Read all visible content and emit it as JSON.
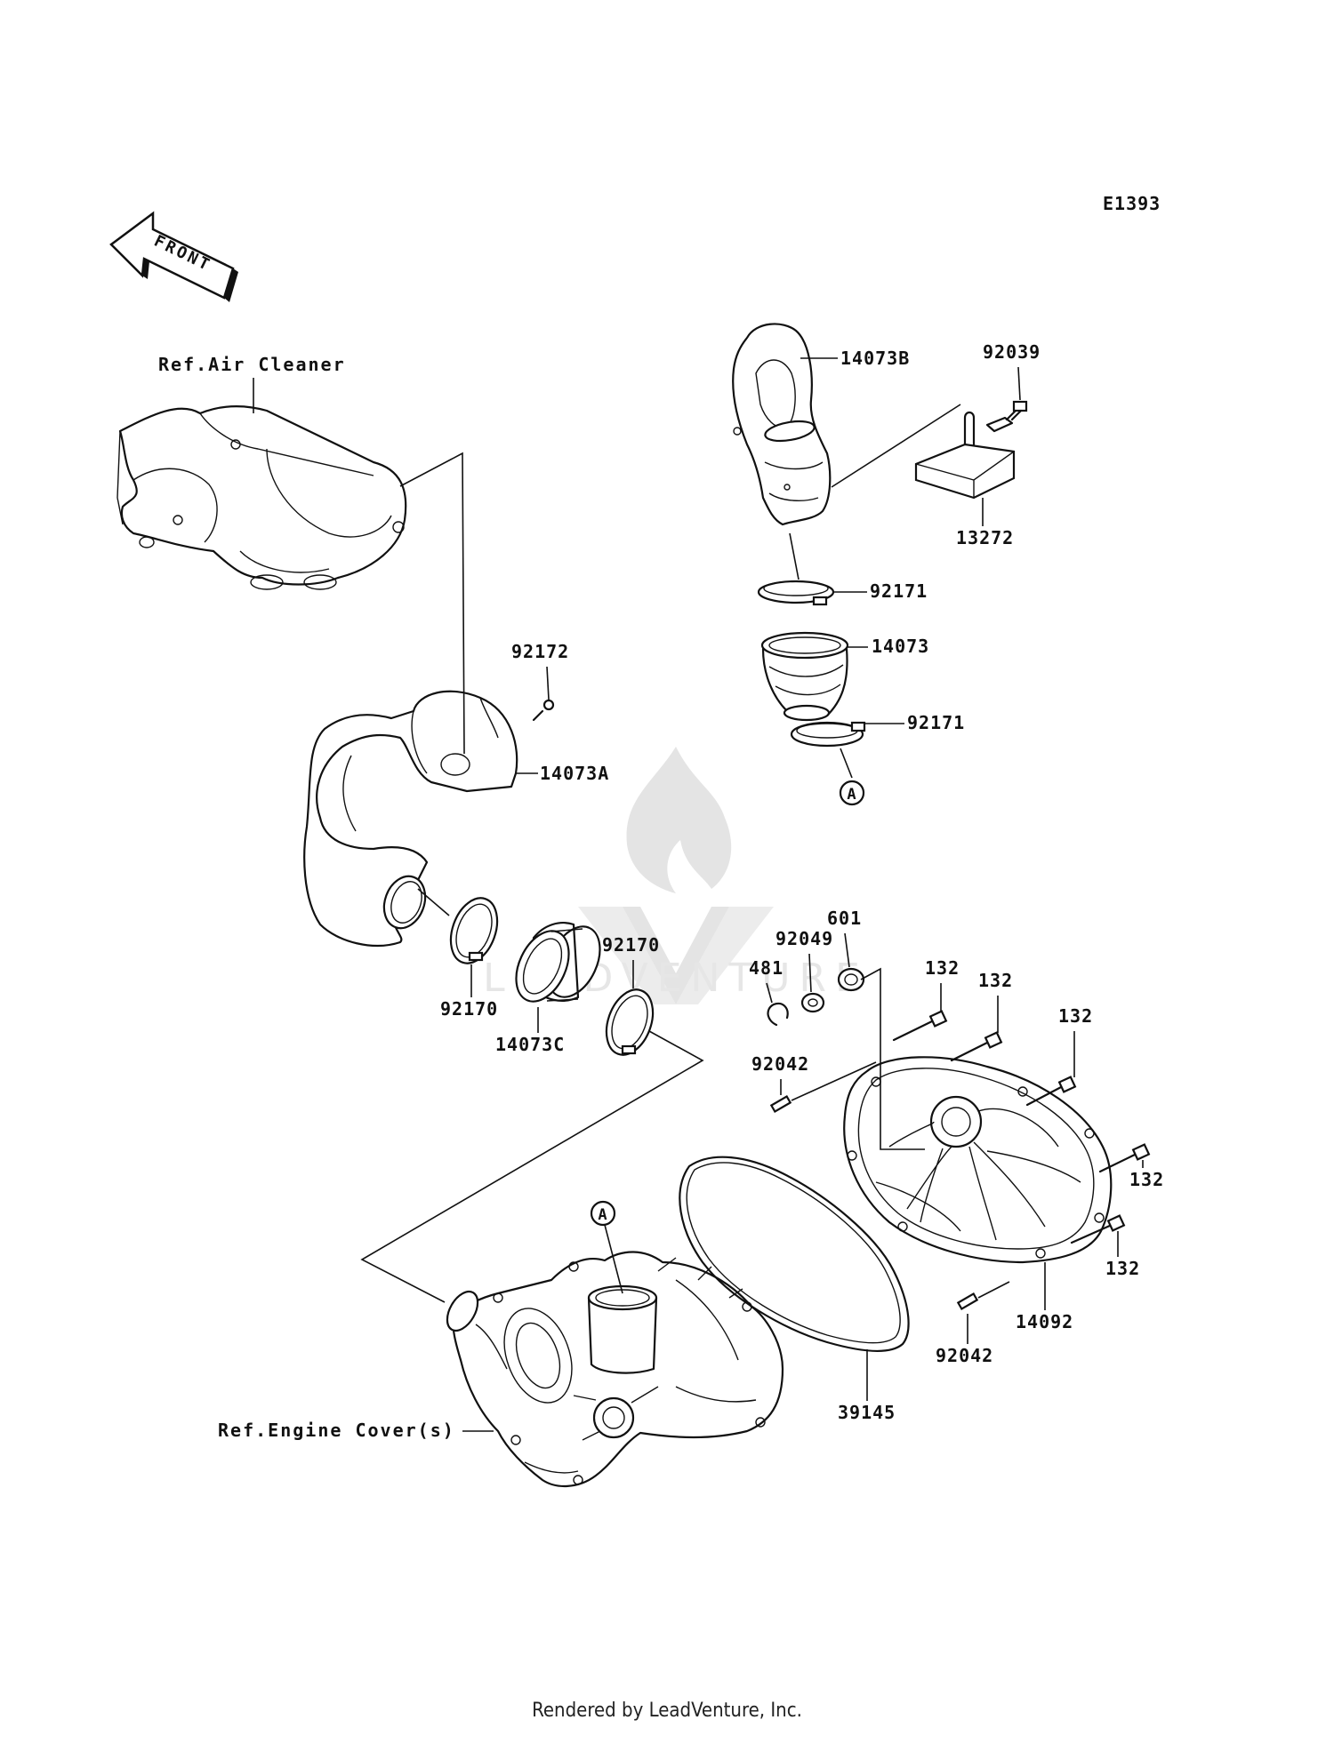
{
  "diagram_code": "E1393",
  "front_arrow": "FRONT",
  "references": {
    "air_cleaner": "Ref.Air Cleaner",
    "engine_cover": "Ref.Engine Cover(s)"
  },
  "callout_marker": "A",
  "parts": {
    "p14073B": "14073B",
    "p92039": "92039",
    "p13272": "13272",
    "p92171_top": "92171",
    "p14073": "14073",
    "p92171_bottom": "92171",
    "p92172": "92172",
    "p14073A": "14073A",
    "p92170_left": "92170",
    "p14073C": "14073C",
    "p92170_right": "92170",
    "p601": "601",
    "p92049": "92049",
    "p481": "481",
    "p92042_top": "92042",
    "p132_a": "132",
    "p132_b": "132",
    "p132_c": "132",
    "p132_d": "132",
    "p132_e": "132",
    "p14092": "14092",
    "p92042_bottom": "92042",
    "p39145": "39145"
  },
  "watermark": "LEADVENTURE",
  "footer": "Rendered by LeadVenture, Inc."
}
